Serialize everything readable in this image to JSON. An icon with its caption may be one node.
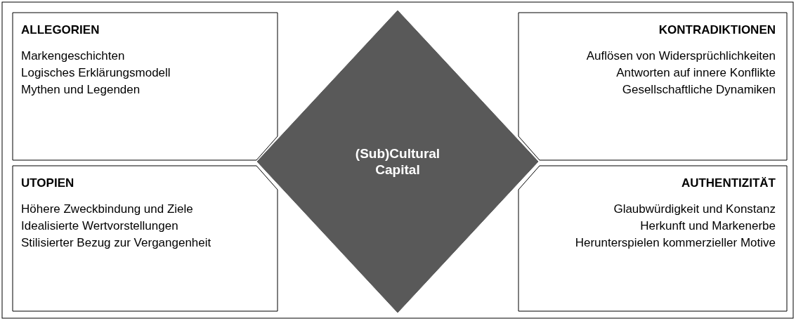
{
  "diagram": {
    "nodes": [
      {
        "text": [
          "ALLEGORIEN",
          "Markengeschichten",
          "Logisches Erklärungsmodell",
          "Mythen und Legenden"
        ]
      },
      {
        "text": [
          "KONTRADIKTIONEN",
          "Auflösen von Widersprüchlichkeiten",
          "Antworten auf innere Konflikte",
          "Gesellschaftliche Dynamiken"
        ]
      },
      {
        "text": [
          "(Sub)Cultural Capital"
        ]
      },
      {
        "text": [
          "UTOPIEN",
          "Höhere Zweckbindung und Ziele",
          "Idealisierte Wertvorstellungen",
          "Stilisierter Bezug zur Vergangenheit"
        ]
      },
      {
        "text": [
          "AUTHENTIZITÄT",
          "Glaubwürdigkeit und Konstanz",
          "Herkunft und Markenerbe",
          "Herunterspielen kommerzieller Motive"
        ]
      }
    ],
    "edges": []
  }
}
